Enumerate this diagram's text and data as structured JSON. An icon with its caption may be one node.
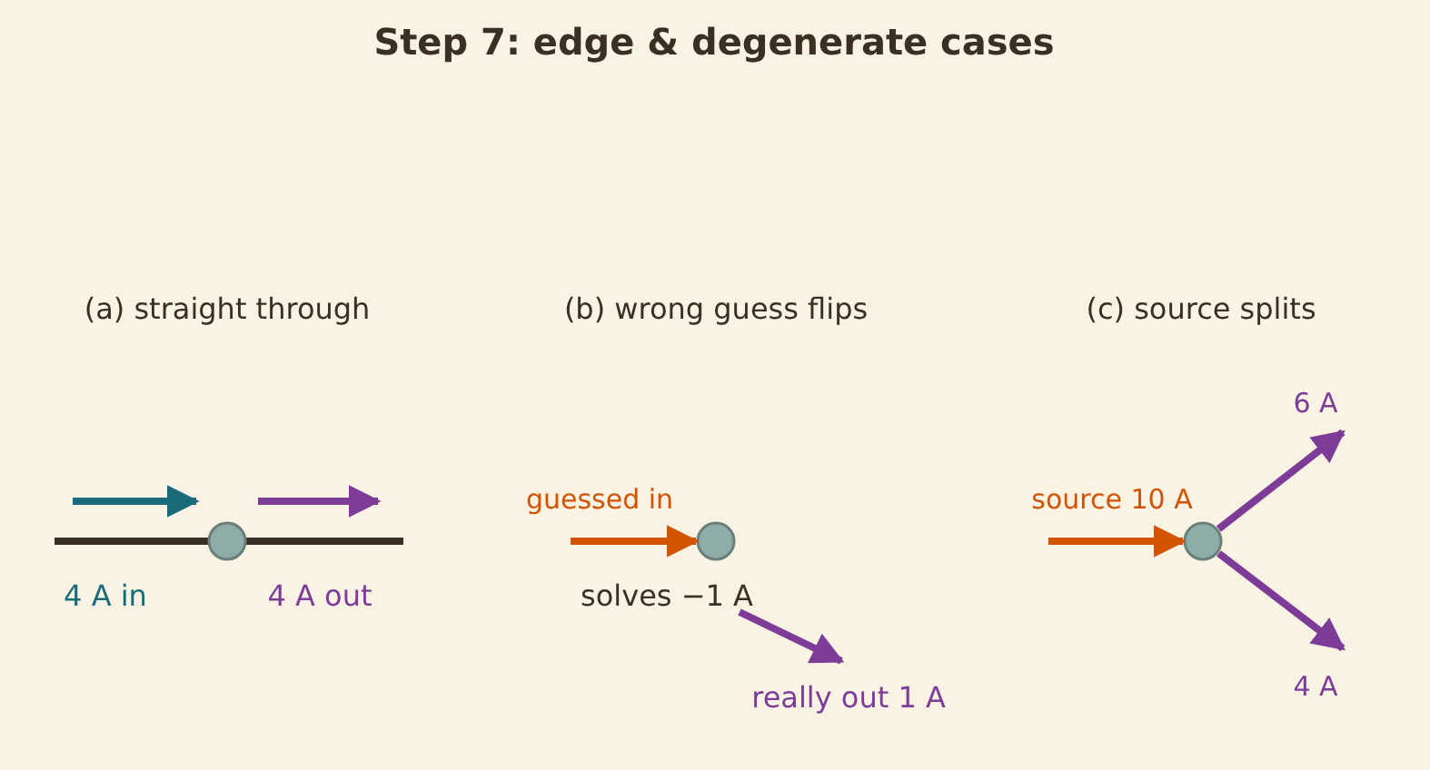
{
  "diagram": {
    "title": "Step 7: edge & degenerate cases",
    "nodes": [
      {
        "text": [],
        "shape": "circle"
      },
      {
        "text": [],
        "shape": "circle"
      },
      {
        "text": [],
        "shape": "circle"
      }
    ],
    "edges": [
      {
        "from": null,
        "to": 1,
        "arrow": "to",
        "label": "guessed in",
        "color": "#d35400"
      },
      {
        "from": null,
        "to": 2,
        "arrow": "to",
        "label": "source 10 A",
        "color": "#d35400"
      },
      {
        "from": 2,
        "to": null,
        "arrow": "to",
        "label": "6 A",
        "color": "#7d3c98"
      },
      {
        "from": 2,
        "to": null,
        "arrow": "to",
        "label": "4 A",
        "color": "#7d3c98"
      }
    ],
    "labels": [
      "(a) straight through",
      "4 A in",
      "4 A out",
      "(b) wrong guess flips",
      "solves −1 A",
      "really out 1 A",
      "(c) source splits"
    ]
  }
}
